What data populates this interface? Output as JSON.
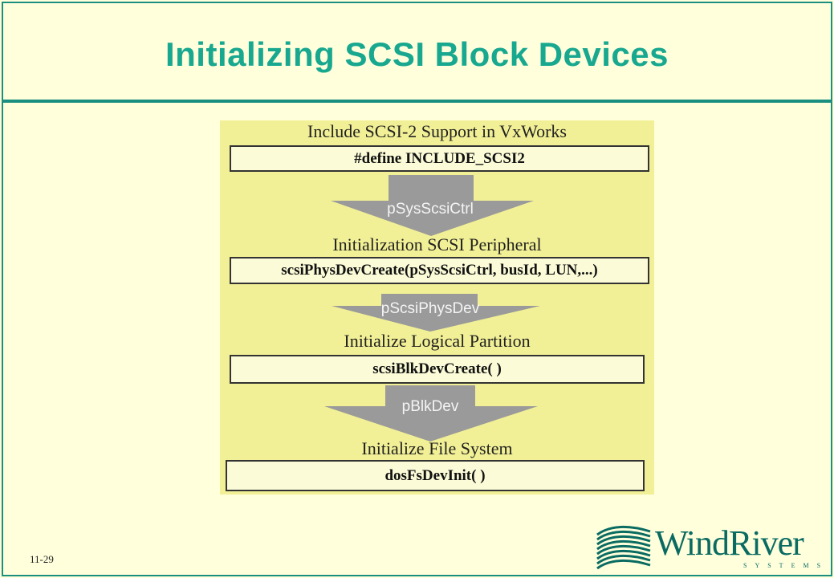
{
  "slide": {
    "title": "Initializing SCSI Block Devices",
    "page_number": "11-29"
  },
  "diagram": {
    "steps": [
      {
        "heading": "Include SCSI-2 Support in VxWorks",
        "code": "#define INCLUDE_SCSI2"
      },
      {
        "heading": "Initialization SCSI Peripheral",
        "code": "scsiPhysDevCreate(pSysScsiCtrl, busId, LUN,...)"
      },
      {
        "heading": "Initialize Logical Partition",
        "code": "scsiBlkDevCreate( )"
      },
      {
        "heading": "Initialize File System",
        "code": "dosFsDevInit( )"
      }
    ],
    "arrows": [
      {
        "label": "pSysScsiCtrl"
      },
      {
        "label": "pScsiPhysDev"
      },
      {
        "label": "pBlkDev"
      }
    ]
  },
  "logo": {
    "name": "WindRiver",
    "subtitle": "SYSTEMS",
    "color": "#0a6b62"
  },
  "colors": {
    "title": "#18a890",
    "frame": "#1a8f80",
    "background": "#ffffdc",
    "diagram_bg": "#f2f096",
    "arrow": "#9a9a9a"
  }
}
